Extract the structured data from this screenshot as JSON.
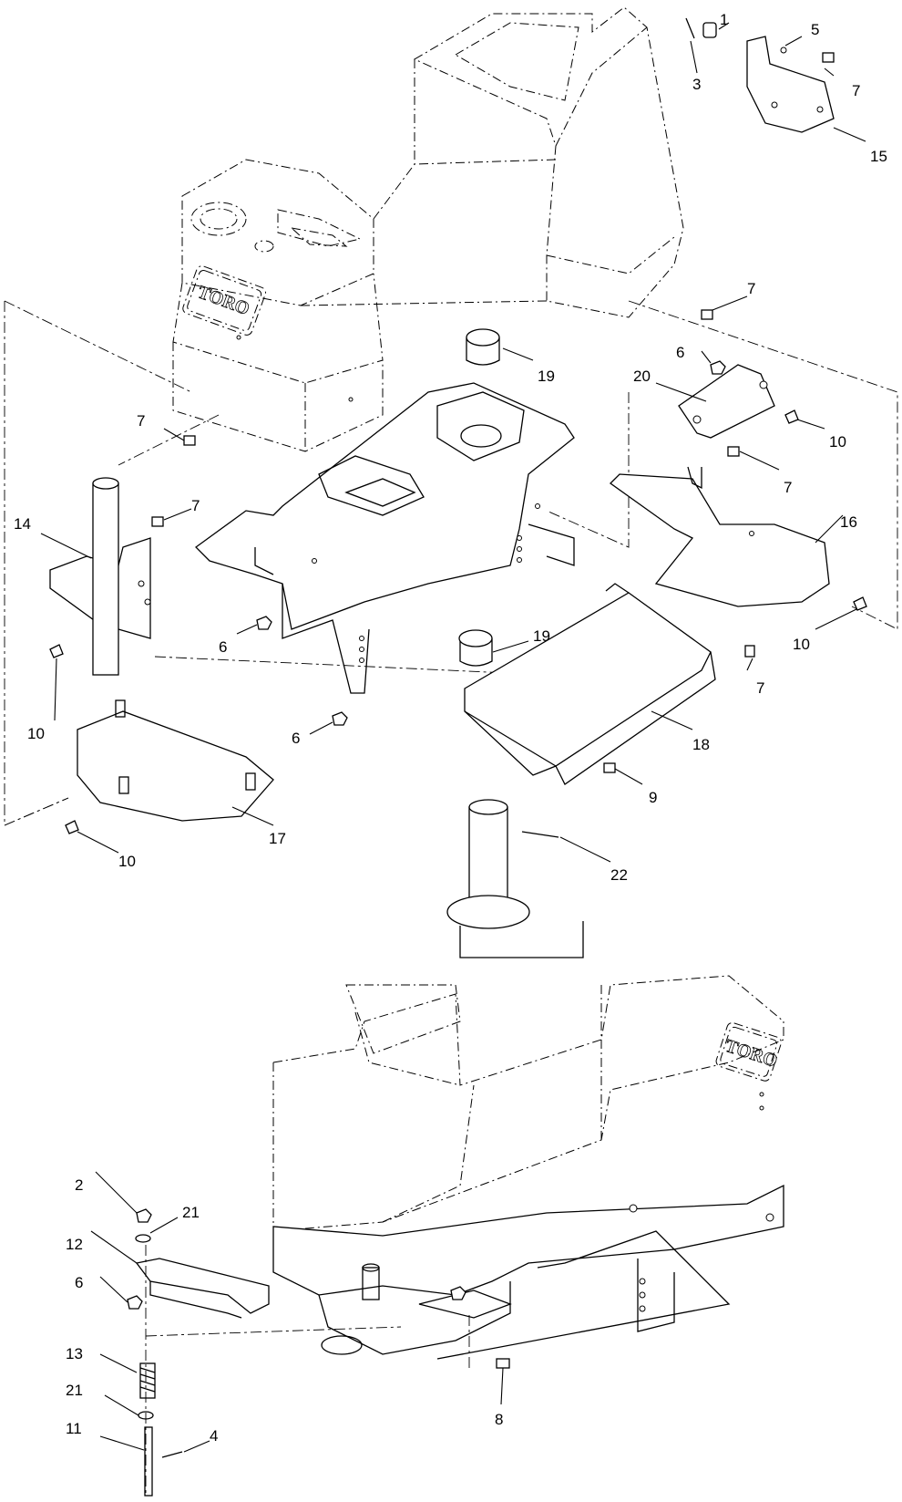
{
  "logo_text": "TORO",
  "callouts": {
    "c1": "1",
    "c3": "3",
    "c5": "5",
    "c7a": "7",
    "c15": "15",
    "c7b": "7",
    "c19a": "19",
    "c6a": "6",
    "c20": "20",
    "c10a": "10",
    "c7c": "7",
    "c7d": "7",
    "c16": "16",
    "c14": "14",
    "c7e": "7",
    "c6b": "6",
    "c10b": "10",
    "c7f": "7",
    "c19b": "19",
    "c10c": "10",
    "c6c": "6",
    "c18": "18",
    "c9": "9",
    "c17": "17",
    "c10d": "10",
    "c22": "22",
    "c2": "2",
    "c21a": "21",
    "c12": "12",
    "c6d": "6",
    "c13": "13",
    "c21b": "21",
    "c11": "11",
    "c4": "4",
    "c8": "8"
  }
}
